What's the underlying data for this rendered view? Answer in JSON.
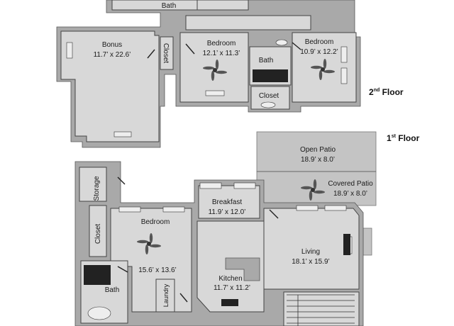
{
  "floors": {
    "second": {
      "ordinal": "2",
      "suffix": "nd",
      "label": " Floor"
    },
    "first": {
      "ordinal": "1",
      "suffix": "st",
      "label": " Floor"
    }
  },
  "rooms": {
    "bonus": {
      "name": "Bonus",
      "dims": "11.7’ x 22.6’"
    },
    "bath_top": {
      "name": "Bath"
    },
    "closet_upper_left": {
      "name": "Closet"
    },
    "bedroom_upper_mid": {
      "name": "Bedroom",
      "dims": "12.1’ x 11.3’"
    },
    "bath_upper": {
      "name": "Bath"
    },
    "closet_upper_mid": {
      "name": "Closet"
    },
    "bedroom_upper_right": {
      "name": "Bedroom",
      "dims": "10.9’ x 12.2’"
    },
    "open_patio": {
      "name": "Open Patio",
      "dims": "18.9’ x 8.0’"
    },
    "covered_patio": {
      "name": "Covered Patio",
      "dims": "18.9’ x 8.0’"
    },
    "storage": {
      "name": "Storage"
    },
    "breakfast": {
      "name": "Breakfast",
      "dims": "11.9’ x 12.0’"
    },
    "closet_lower": {
      "name": "Closet"
    },
    "bedroom_lower": {
      "name": "Bedroom",
      "dims": "15.6’ x 13.6’"
    },
    "living": {
      "name": "Living",
      "dims": "18.1’ x 15.9’"
    },
    "kitchen": {
      "name": "Kitchen",
      "dims": "11.7’ x 11.2’"
    },
    "bath_lower": {
      "name": "Bath"
    },
    "laundry": {
      "name": "Laundry"
    }
  },
  "colors": {
    "wall": "#a9a9a9",
    "floor": "#d8d8d8",
    "patio": "#c4c4c4"
  },
  "icons": [
    "ceiling-fan-icon",
    "window-icon",
    "door-swing-icon",
    "tub-icon",
    "sink-icon",
    "stair-icon"
  ]
}
